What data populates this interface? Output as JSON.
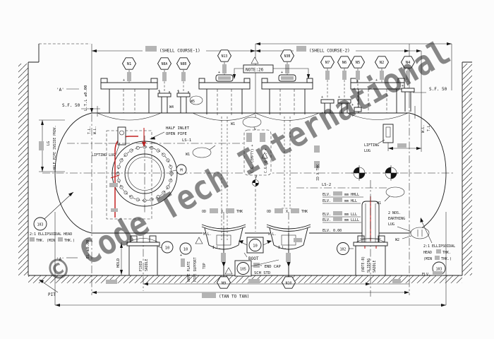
{
  "watermark": {
    "text": "© Code Tech International",
    "color": "#777777"
  },
  "titles": {
    "shell_course_1": "(SHELL COURSE-1)",
    "shell_course_2": "(SHELL COURSE-2)",
    "tan_to_tan": "(TAN TO TAN)",
    "note": "NOTE:26"
  },
  "nozzles": {
    "top": [
      {
        "tag": "N1"
      },
      {
        "tag": "N8A"
      },
      {
        "tag": "N8B"
      },
      {
        "tag": "N13"
      },
      {
        "tag": "N3B"
      },
      {
        "tag": "N7"
      },
      {
        "tag": "N6"
      },
      {
        "tag": "N5"
      },
      {
        "tag": "N2"
      },
      {
        "tag": "N4"
      }
    ],
    "bottom": [
      {
        "tag": "N9"
      },
      {
        "tag": "N10"
      }
    ]
  },
  "balloons": {
    "head_left": "103",
    "head_right": "103",
    "saddle_left": "10",
    "saddle_aux": "10",
    "boot_detail": "10",
    "end_cap_detail": "105",
    "saddle_right": "102",
    "manway": "M"
  },
  "welds": {
    "w1": "W1",
    "w2": "W2",
    "w4": "W4",
    "w5": "W5"
  },
  "levels": {
    "ls1": "LS-1",
    "ls2": "LS-2",
    "rows": [
      {
        "prefix": "ELV.",
        "suffix": "mm HHLL"
      },
      {
        "prefix": "ELV.",
        "suffix": "mm HLL"
      },
      {
        "prefix": "ELV.",
        "suffix": "mm LLL"
      },
      {
        "prefix": "ELV.",
        "suffix": "mm LLLL"
      }
    ],
    "elv_zero": "ELV. 0.00"
  },
  "labels": {
    "ltl": "L.T.L ±0.00",
    "sf_left": "S.F. 50",
    "sf_right": "S.F. 50",
    "tl": "T.L.",
    "wl": "W.L.",
    "a_marker": "'A'",
    "lg": "LG",
    "half_pipe": "HALF PIPE INSIDE PROV.",
    "el_zero": "EL ±0.00",
    "pit": "PIT",
    "head_left_1": "2:1 ELLIPSOIDAL HEAD",
    "head_left_2": "THK. (MIN",
    "head_left_3": "THK.)",
    "head_right_1": "2:1 ELLIPSOIDAL",
    "head_right_2": "HEAD",
    "head_right_3": "THK.",
    "head_right_4": "(MIN",
    "head_right_5": "THK.)",
    "half_inlet_1": "HALF INLET",
    "half_inlet_2": "OPEN PIPE",
    "lifting_lug": "LIFTING LUG",
    "lifting_1": "LIFTING",
    "lifting_2": "LUG",
    "cg_empty": "C.G. (EMPTY) +",
    "cg_op": "C.G. @ OP. +",
    "id_thk": "ID      X      THK",
    "od": "OD",
    "x": "X",
    "thk": "THK",
    "ml": "M.L.",
    "il": "I.L.",
    "boot": "BOOT",
    "end_cap": "\" END CAP",
    "sch_std": "SCH STD",
    "name_plate": "NAME PLATE",
    "pipe_support": "PIPE SUPPORT",
    "top": "TOP",
    "hold": "HOLD",
    "fixed_1": "FIXED",
    "fixed_2": "SADDLE",
    "sliding_1": "(NOTE-8)",
    "sliding_2": "SLIDING",
    "sliding_3": "SADDLE",
    "earthing_1": "2 NOS.",
    "earthing_2": "EARTHING",
    "earthing_3": "LUG",
    "elv_label": "ELV.",
    "plus": "+"
  }
}
